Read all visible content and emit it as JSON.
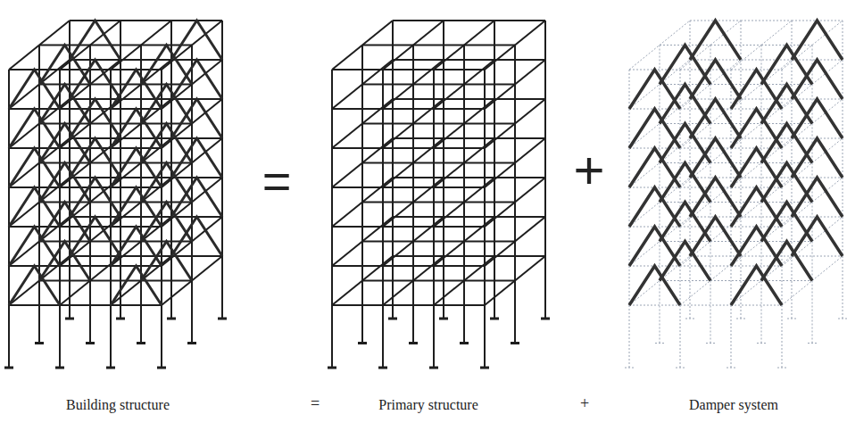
{
  "diagram": {
    "labels": [
      "=",
      "+",
      "Building structure",
      "=",
      "Primary structure",
      "+",
      "Damper system"
    ]
  }
}
